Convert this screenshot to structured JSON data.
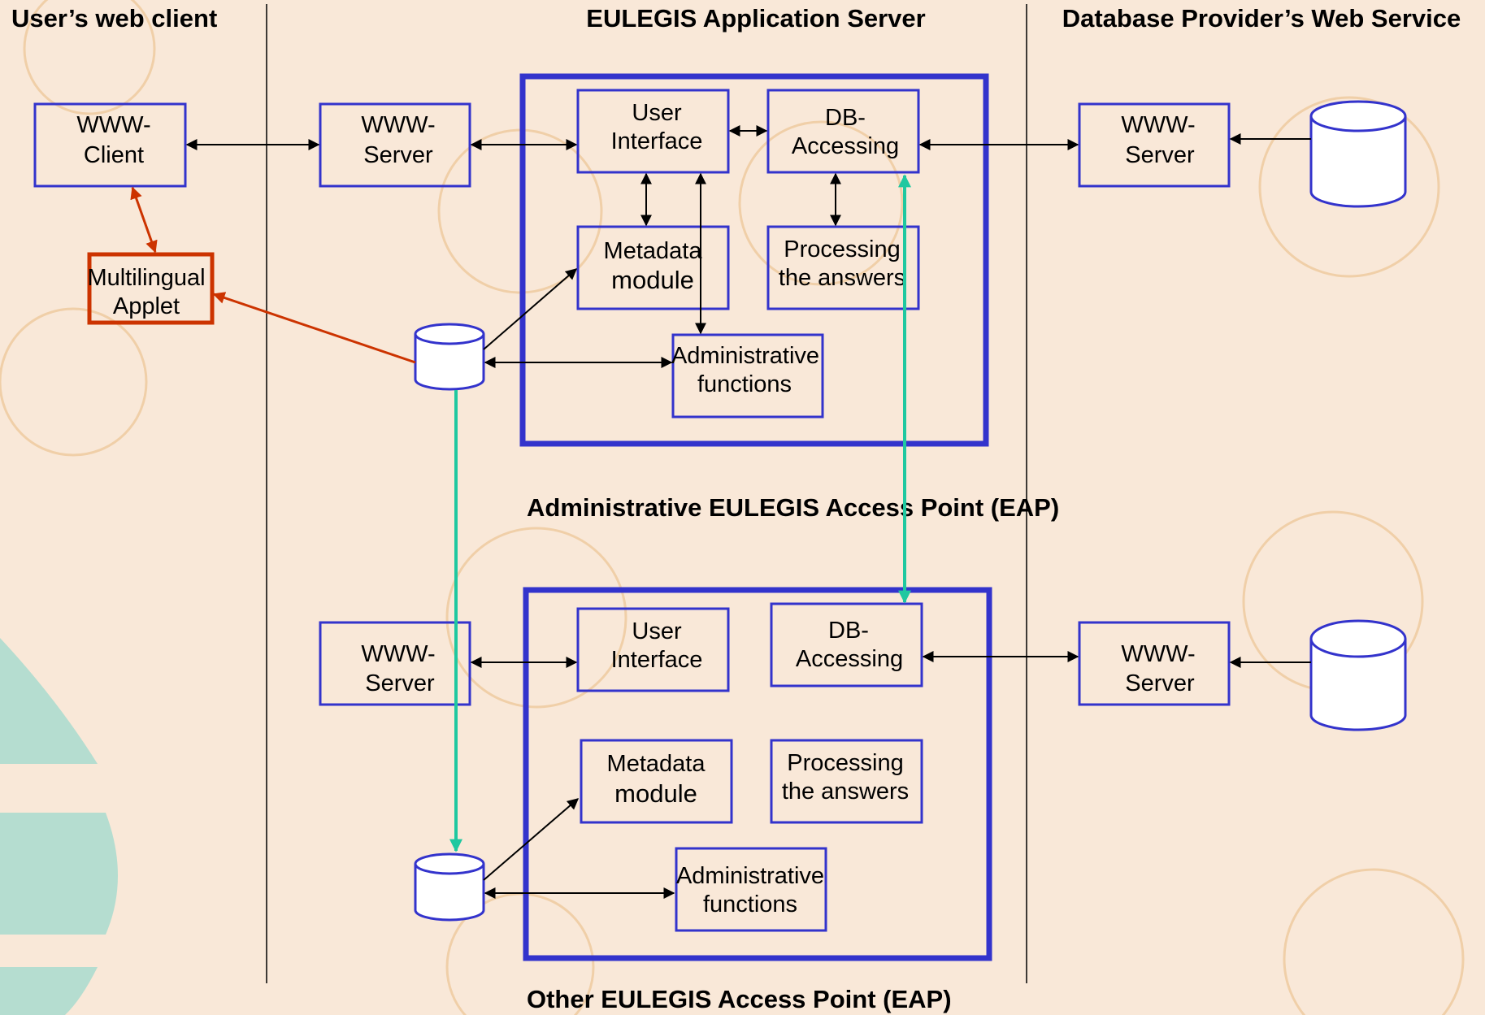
{
  "headers": {
    "client": "User’s web client",
    "server": "EULEGIS Application Server",
    "provider": "Database Provider’s Web Service"
  },
  "eap_labels": {
    "admin": "Administrative EULEGIS Access Point (EAP)",
    "other": "Other EULEGIS Access Point (EAP)"
  },
  "client": {
    "www_client": [
      "WWW-",
      "Client"
    ],
    "applet": [
      "Multilingual",
      "Applet"
    ]
  },
  "admin_eap": {
    "www_server": [
      "WWW-",
      "Server"
    ],
    "user_interface": [
      "User",
      "Interface"
    ],
    "db_accessing": [
      "DB-",
      "Accessing"
    ],
    "metadata": [
      "Metadata",
      "module"
    ],
    "processing": [
      "Processing",
      "the answers"
    ],
    "admin_functions": [
      "Administrative",
      "functions"
    ]
  },
  "other_eap": {
    "www_server": [
      "WWW-",
      "Server"
    ],
    "user_interface": [
      "User",
      "Interface"
    ],
    "db_accessing": [
      "DB-",
      "Accessing"
    ],
    "metadata": [
      "Metadata",
      "module"
    ],
    "processing": [
      "Processing",
      "the answers"
    ],
    "admin_functions": [
      "Administrative",
      "functions"
    ]
  },
  "provider": {
    "www_server_top": [
      "WWW-",
      "Server"
    ],
    "www_server_bottom": [
      "WWW-",
      "Server"
    ]
  },
  "colors": {
    "box_stroke": "#3333cc",
    "applet_stroke": "#cc3300",
    "sync_line": "#1fc8a0",
    "background": "#f9e8d8"
  }
}
